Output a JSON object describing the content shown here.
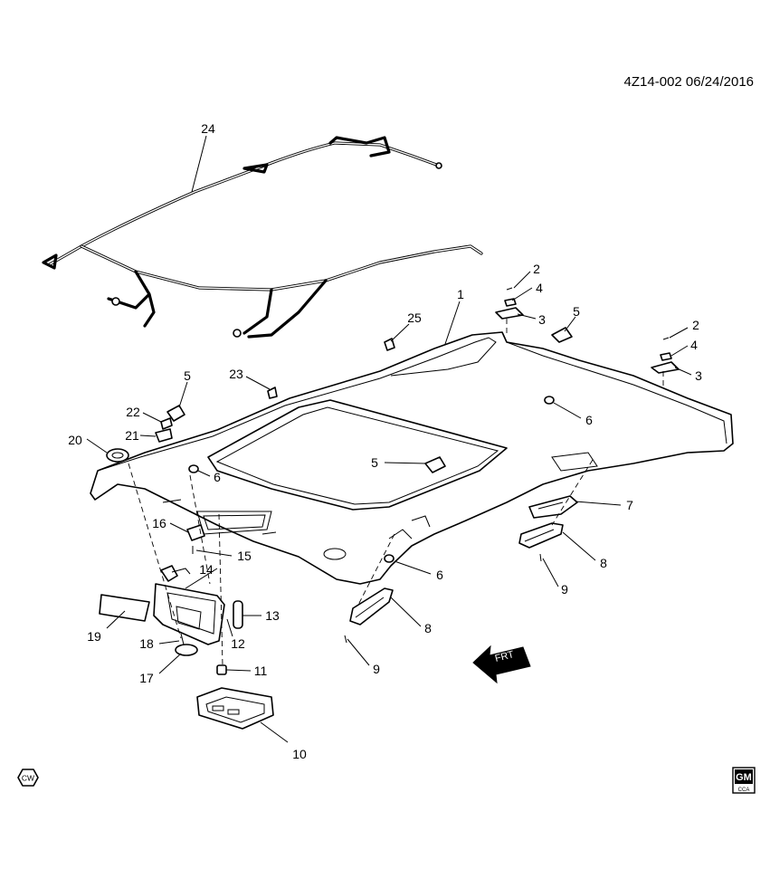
{
  "header": {
    "drawing_id": "4Z14-002 06/24/2016"
  },
  "callouts": {
    "c1": "1",
    "c2a": "2",
    "c2b": "2",
    "c3a": "3",
    "c3b": "3",
    "c4a": "4",
    "c4b": "4",
    "c5a": "5",
    "c5b": "5",
    "c5c": "5",
    "c6a": "6",
    "c6b": "6",
    "c6c": "6",
    "c7": "7",
    "c8a": "8",
    "c8b": "8",
    "c9a": "9",
    "c9b": "9",
    "c10": "10",
    "c11": "11",
    "c12": "12",
    "c13": "13",
    "c14": "14",
    "c15": "15",
    "c16": "16",
    "c17": "17",
    "c18": "18",
    "c19": "19",
    "c20": "20",
    "c21": "21",
    "c22": "22",
    "c23": "23",
    "c24": "24",
    "c25": "25"
  },
  "badges": {
    "cw": "CW",
    "frt": "FRT",
    "gm": "GM",
    "gm_sub": "CCA"
  }
}
